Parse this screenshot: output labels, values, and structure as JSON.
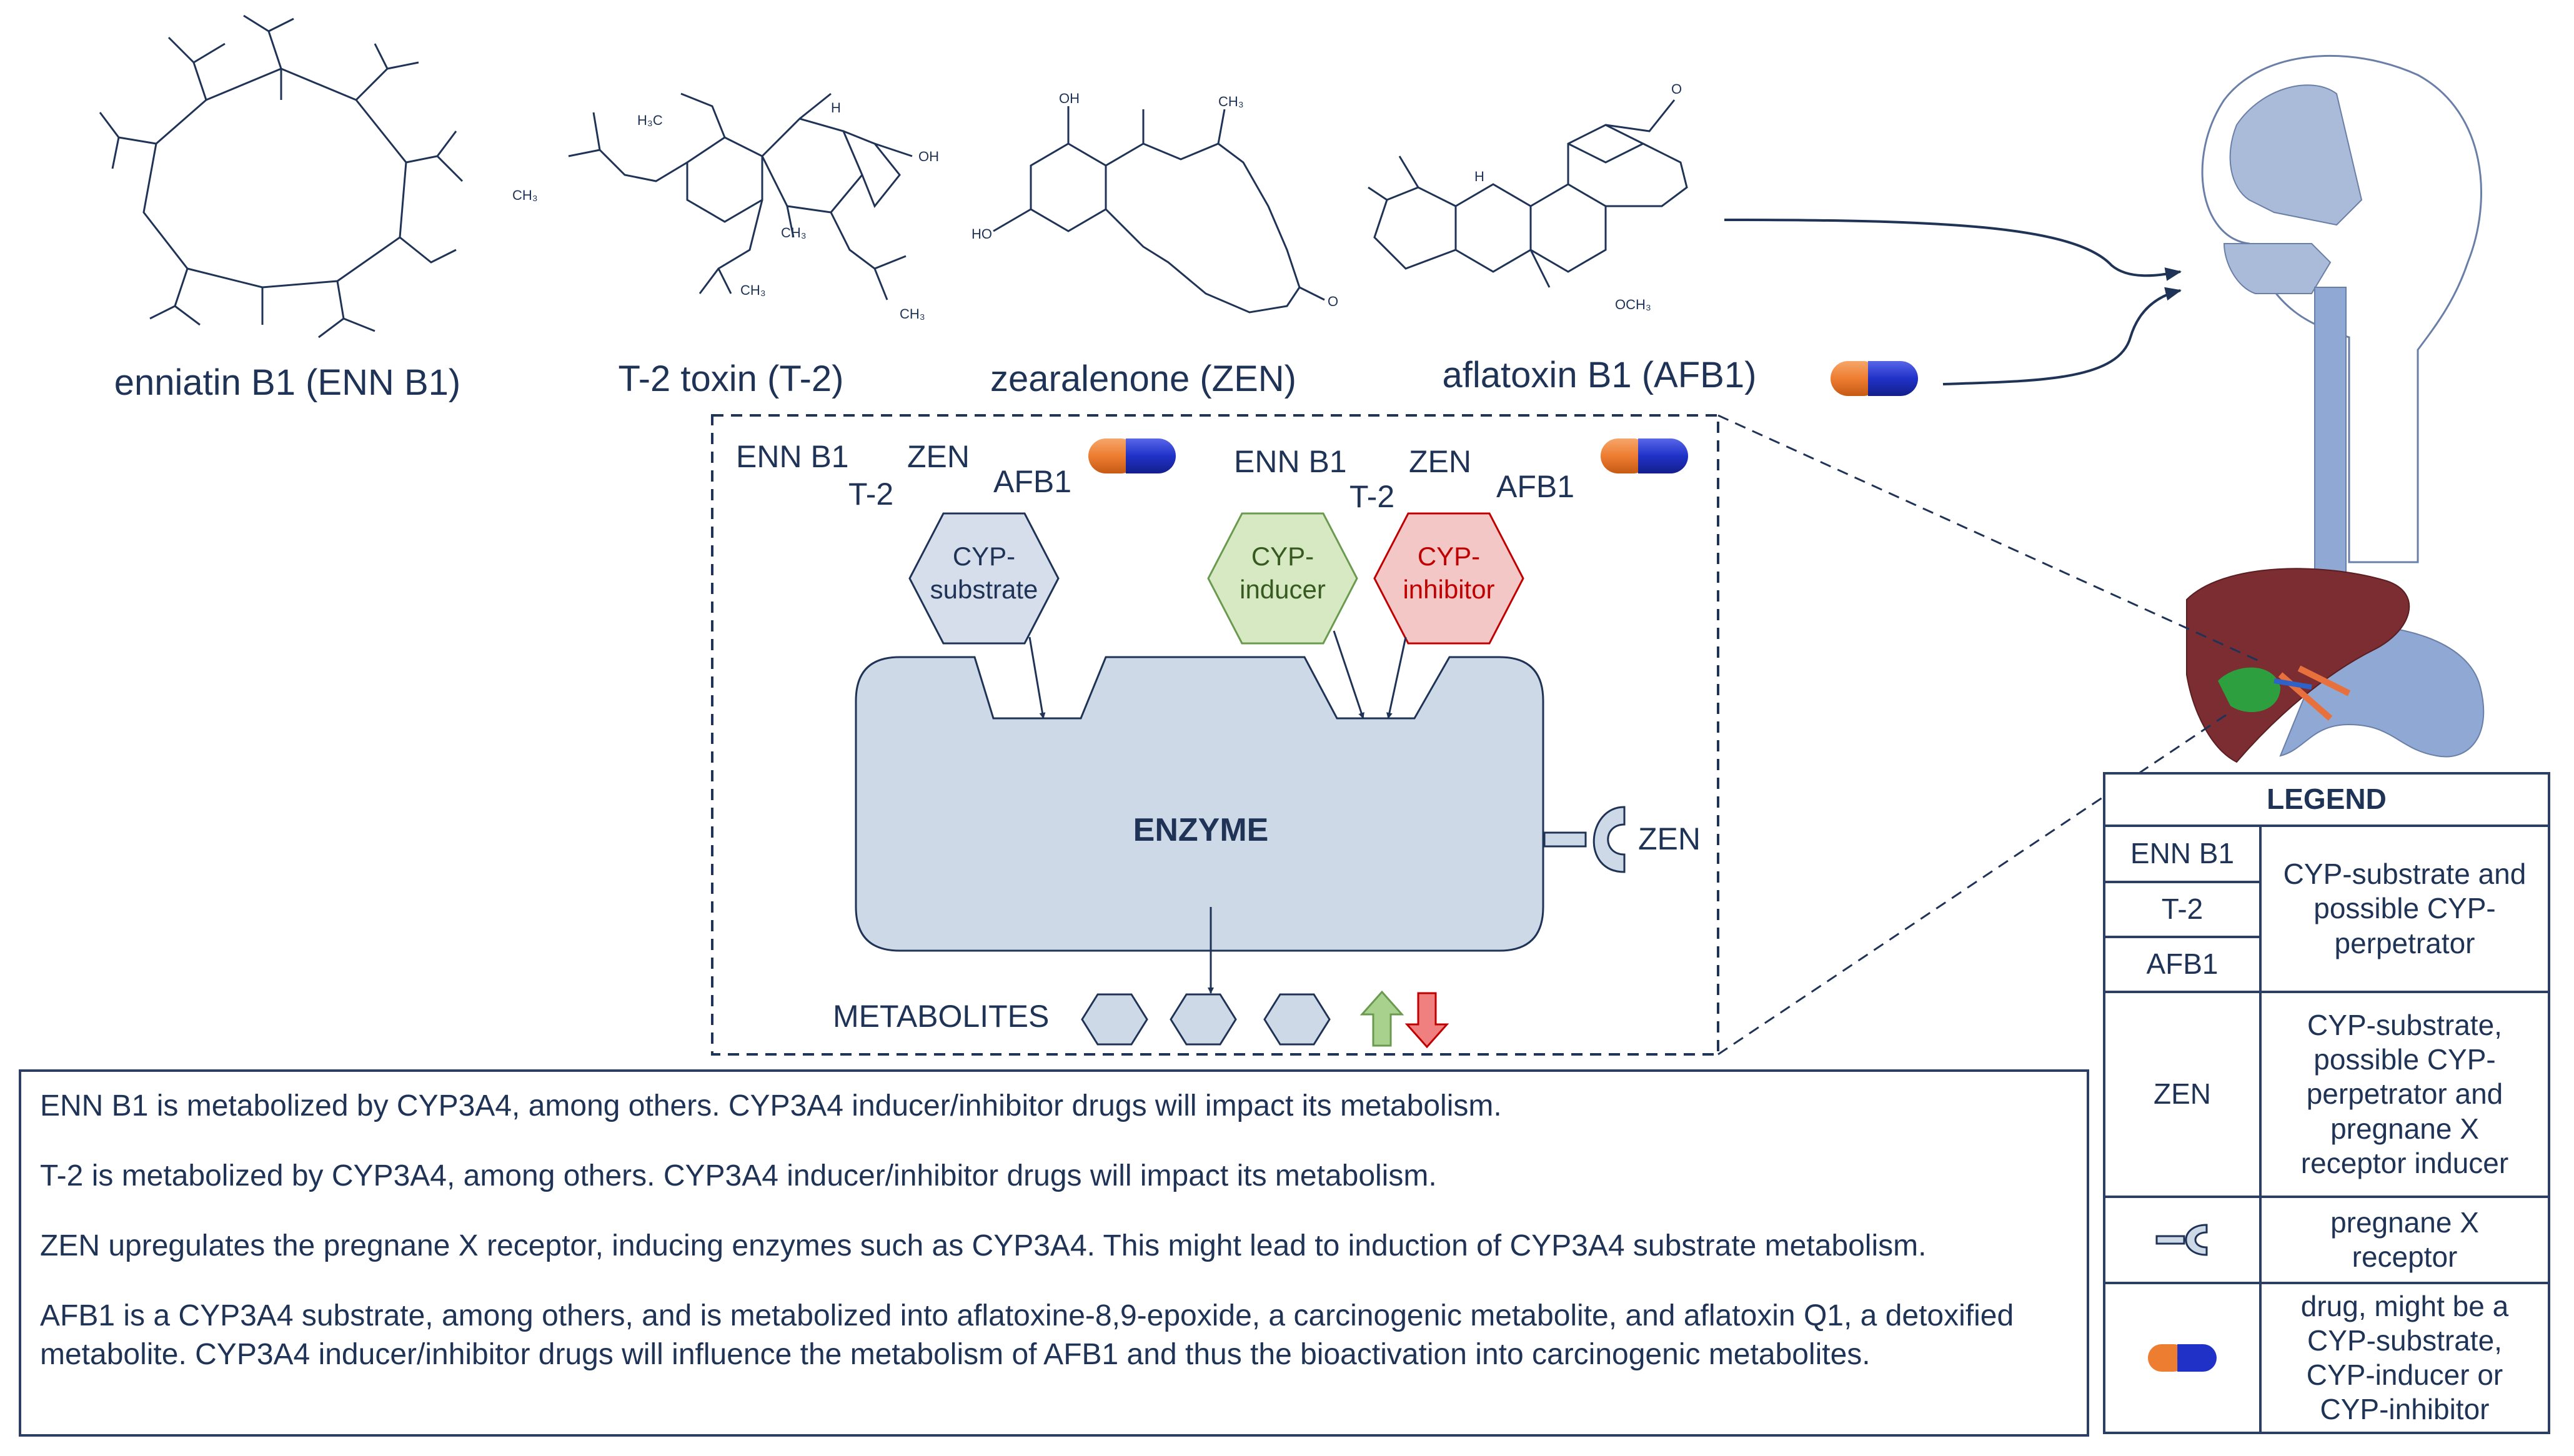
{
  "compounds": {
    "enn_b1": "enniatin B1 (ENN B1)",
    "t2": "T-2 toxin (T-2)",
    "zen": "zearalenone (ZEN)",
    "afb1": "aflatoxin B1 (AFB1)"
  },
  "structure_labels": {
    "h3c": "H₃C",
    "ch3": "CH₃",
    "oh": "OH",
    "ho": "HO",
    "och3": "OCH₃",
    "h": "H",
    "o": "O"
  },
  "panel": {
    "left_group": {
      "enn": "ENN B1",
      "t2": "T-2",
      "zen": "ZEN",
      "afb1": "AFB1"
    },
    "right_group": {
      "enn": "ENN B1",
      "t2": "T-2",
      "zen": "ZEN",
      "afb1": "AFB1"
    },
    "hexagons": {
      "substrate": {
        "line1": "CYP-",
        "line2": "substrate"
      },
      "inducer": {
        "line1": "CYP-",
        "line2": "inducer"
      },
      "inhibitor": {
        "line1": "CYP-",
        "line2": "inhibitor"
      }
    },
    "enzyme": "ENZYME",
    "receptor_label": "ZEN",
    "metabolites": "METABOLITES"
  },
  "colors": {
    "navy": "#1f3356",
    "enzyme_fill": "#ced9e8",
    "substrate_fill": "#d6deeb",
    "inducer_fill": "#d6e9c3",
    "inducer_text": "#365a1f",
    "inhibitor_fill": "#f4c7c7",
    "inhibitor_text": "#c00000",
    "pill_orange": "#ed7d31",
    "pill_blue": "#2031c8",
    "up_arrow": "#a9d18e",
    "down_arrow": "#f08080",
    "body_blue": "#8fa9d4",
    "liver": "#7b2d32"
  },
  "legend": {
    "title": "LEGEND",
    "rows": [
      {
        "keys": [
          "ENN B1",
          "T-2",
          "AFB1"
        ],
        "desc": "CYP-substrate and possible CYP-perpetrator"
      },
      {
        "keys": [
          "ZEN"
        ],
        "desc": "CYP-substrate, possible CYP-perpetrator and pregnane X receptor inducer"
      },
      {
        "icon": "receptor-icon",
        "desc": "pregnane X receptor"
      },
      {
        "icon": "pill-icon",
        "desc": "drug, might be a CYP-substrate, CYP-inducer or CYP-inhibitor"
      }
    ]
  },
  "description": [
    "ENN B1 is metabolized by CYP3A4, among others. CYP3A4 inducer/inhibitor drugs will impact its metabolism.",
    "T-2 is metabolized by CYP3A4, among others. CYP3A4 inducer/inhibitor drugs will impact its metabolism.",
    "ZEN upregulates the pregnane X receptor, inducing enzymes such as CYP3A4. This might lead to induction of CYP3A4 substrate metabolism.",
    "AFB1 is a CYP3A4 substrate, among others, and is metabolized into aflatoxine-8,9-epoxide, a carcinogenic metabolite, and aflatoxin Q1, a detoxified metabolite. CYP3A4 inducer/inhibitor drugs will influence the metabolism of AFB1 and thus the bioactivation into carcinogenic metabolites."
  ]
}
